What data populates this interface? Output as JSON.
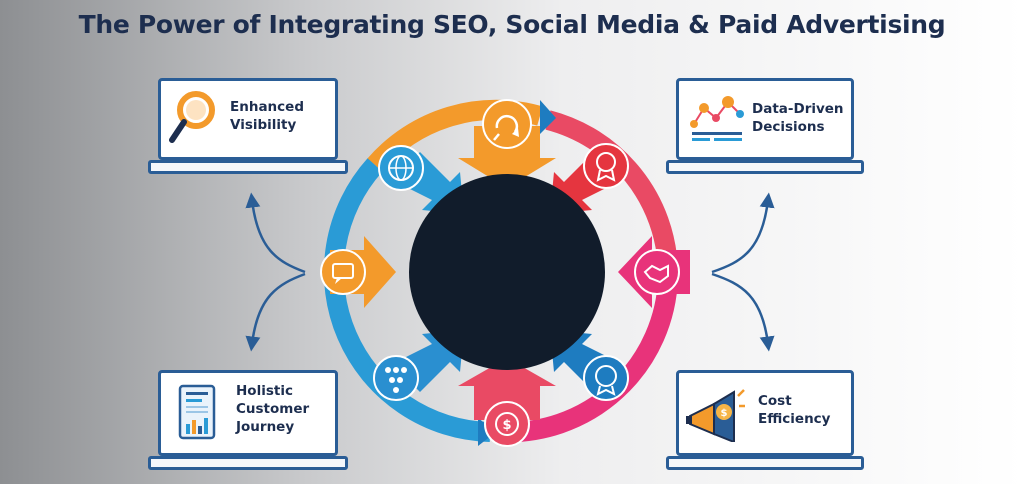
{
  "title": "The Power of Integrating SEO, Social Media & Paid Advertising",
  "benefits": [
    {
      "line1": "Enhanced",
      "line2": "Visibility",
      "line3": "",
      "icon": "magnifier-icon"
    },
    {
      "line1": "Data-Driven",
      "line2": "Decisions",
      "line3": "",
      "icon": "data-chart-icon"
    },
    {
      "line1": "Holistic",
      "line2": "Customer",
      "line3": "Journey",
      "icon": "report-document-icon"
    },
    {
      "line1": "Cost",
      "line2": "Efficiency",
      "line3": "",
      "icon": "megaphone-icon"
    }
  ],
  "cycle": {
    "center_color": "#111c2b",
    "segment_colors": [
      "#f39a2b",
      "#e94a64",
      "#e8337a",
      "#2a9bd6"
    ],
    "nodes": [
      {
        "name": "refresh-cycle-icon",
        "color": "#f39a2b"
      },
      {
        "name": "trophy-medal-icon",
        "color": "#e5353f"
      },
      {
        "name": "handshake-icon",
        "color": "#e8337a"
      },
      {
        "name": "badge-icon",
        "color": "#1e7cc0"
      },
      {
        "name": "dollar-cycle-icon",
        "color": "#e94a64"
      },
      {
        "name": "network-icon",
        "color": "#2a8fd0"
      },
      {
        "name": "feedback-icon",
        "color": "#f39a2b"
      },
      {
        "name": "globe-icon",
        "color": "#2a9bd6"
      }
    ]
  }
}
